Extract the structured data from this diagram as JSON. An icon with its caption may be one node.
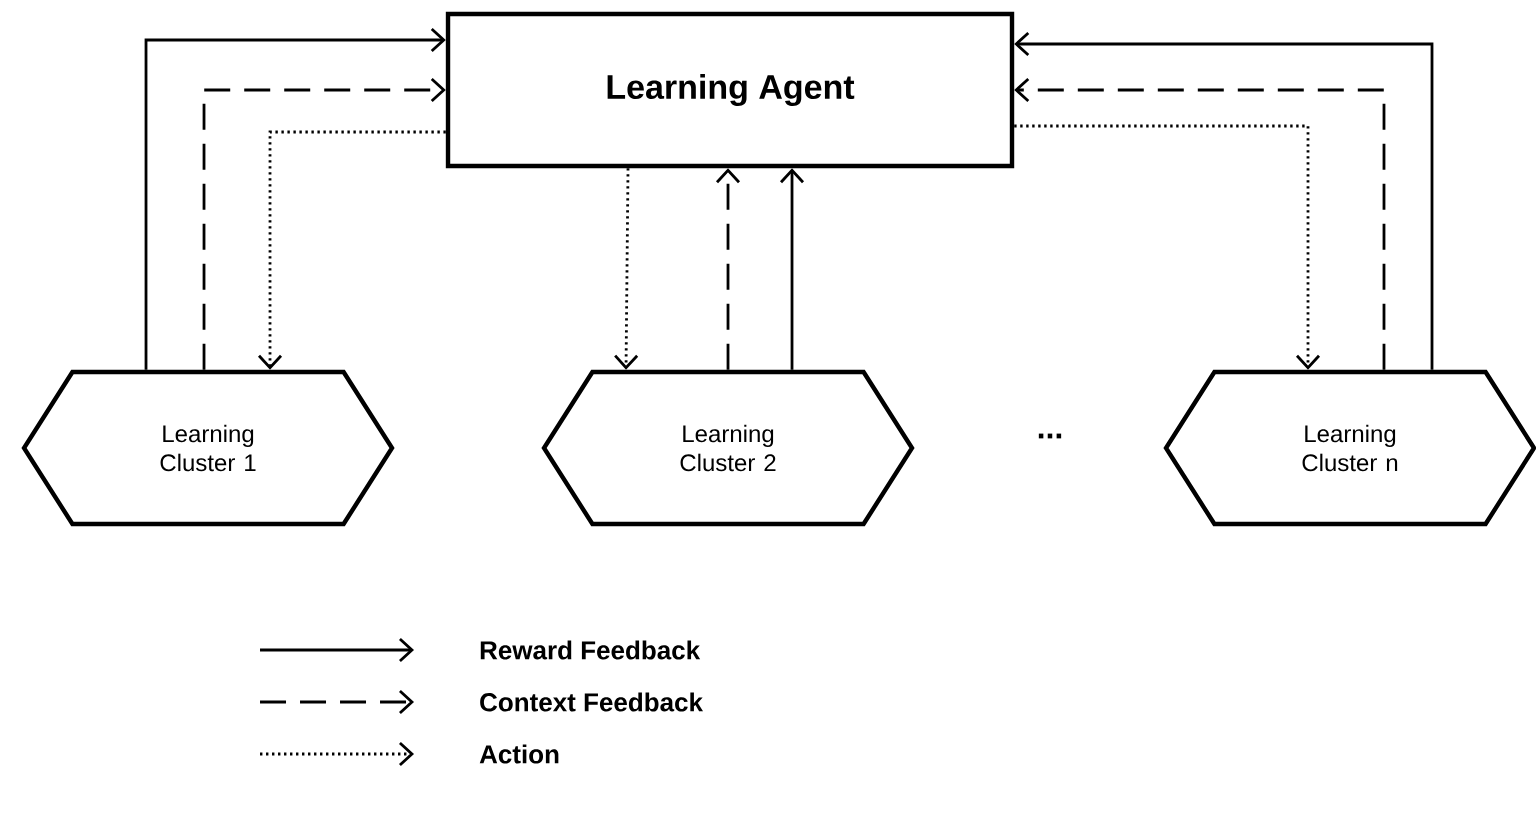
{
  "diagram": {
    "nodes": [
      {
        "text": [
          "Learning Agent"
        ]
      },
      {
        "text": [
          "Learning Cluster 1"
        ]
      },
      {
        "text": [
          "Learning Cluster 2"
        ]
      },
      {
        "text": [
          "Learning Cluster n"
        ]
      }
    ],
    "edges": [
      {
        "from": 1,
        "to": 0,
        "arrow": "to"
      },
      {
        "from": 1,
        "to": 0,
        "arrow": "to",
        "style": "dashed"
      },
      {
        "from": 0,
        "to": 1,
        "arrow": "to",
        "style": "dashed"
      },
      {
        "from": 0,
        "to": 2,
        "arrow": "to",
        "style": "dashed"
      },
      {
        "from": 2,
        "to": 0,
        "arrow": "to",
        "style": "dashed"
      },
      {
        "from": 2,
        "to": 0,
        "arrow": "to"
      },
      {
        "from": 3,
        "to": 0,
        "arrow": "to"
      },
      {
        "from": 3,
        "to": 0,
        "arrow": "to",
        "style": "dashed"
      },
      {
        "from": 0,
        "to": 3,
        "arrow": "to",
        "style": "dashed"
      }
    ],
    "labels": [
      "..."
    ],
    "legend": [
      {
        "text": "Reward Feedback"
      },
      {
        "text": "Context Feedback"
      },
      {
        "text": "Action"
      }
    ]
  }
}
